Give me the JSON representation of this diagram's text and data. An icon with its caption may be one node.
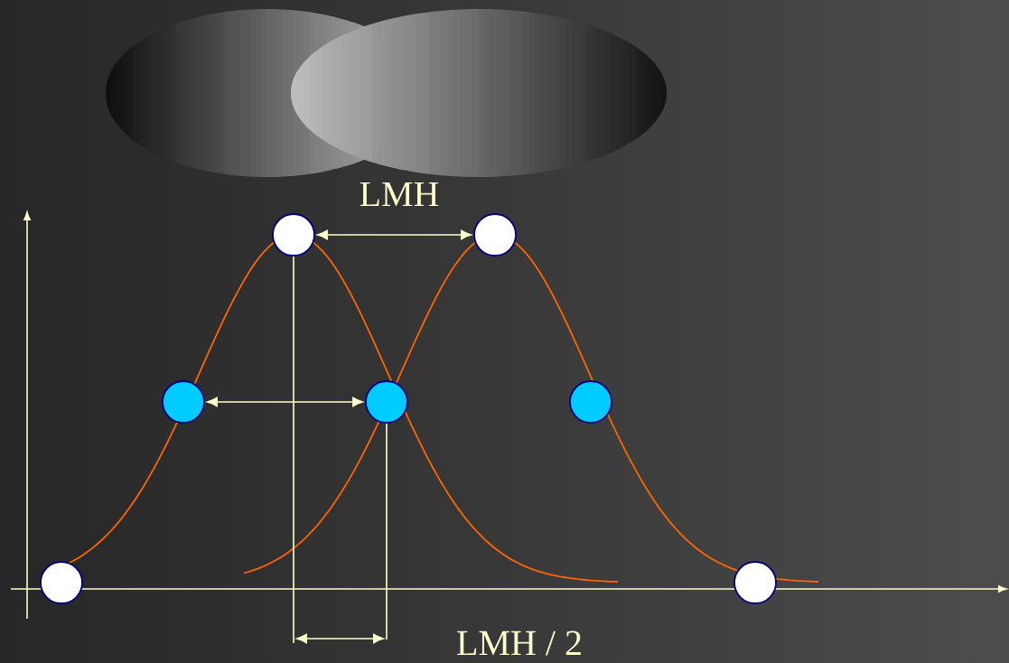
{
  "diagram": {
    "nodes": [
      {
        "text": [],
        "shape": "circle"
      },
      {
        "text": [],
        "shape": "circle"
      },
      {
        "text": [],
        "shape": "circle"
      },
      {
        "text": [],
        "shape": "circle"
      },
      {
        "text": [],
        "shape": "circle"
      },
      {
        "text": [],
        "shape": "circle"
      },
      {
        "text": [],
        "shape": "circle"
      }
    ],
    "edges": [
      {
        "from": 0,
        "to": 1,
        "arrow": "both",
        "label": "LMH"
      },
      {
        "from": 2,
        "to": 3,
        "arrow": "both"
      }
    ],
    "labels": [
      "LMH / 2"
    ]
  }
}
